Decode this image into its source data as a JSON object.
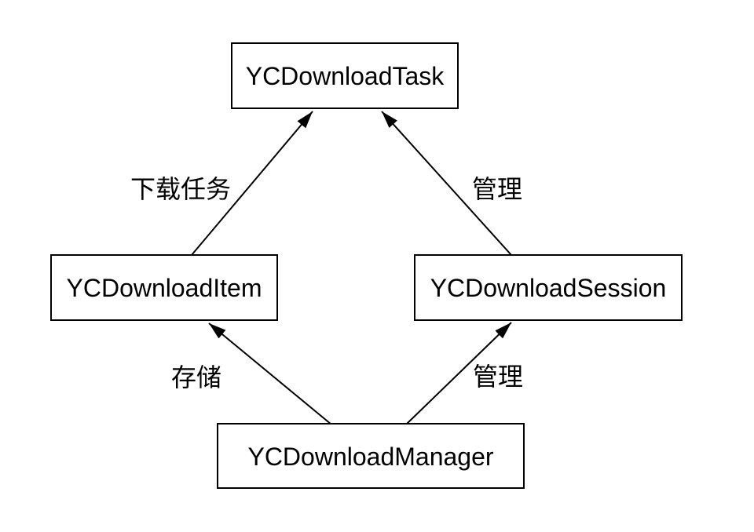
{
  "diagram": {
    "type": "class-relationship-diagram",
    "colors": {
      "background": "#ffffff",
      "stroke": "#000000",
      "text": "#000000"
    },
    "nodes": [
      {
        "id": "task",
        "label": "YCDownloadTask"
      },
      {
        "id": "item",
        "label": "YCDownloadItem"
      },
      {
        "id": "session",
        "label": "YCDownloadSession"
      },
      {
        "id": "manager",
        "label": "YCDownloadManager"
      }
    ],
    "edges": [
      {
        "from": "item",
        "to": "task",
        "label": "下载任务"
      },
      {
        "from": "session",
        "to": "task",
        "label": "管理"
      },
      {
        "from": "manager",
        "to": "item",
        "label": "存储"
      },
      {
        "from": "manager",
        "to": "session",
        "label": "管理"
      }
    ]
  }
}
